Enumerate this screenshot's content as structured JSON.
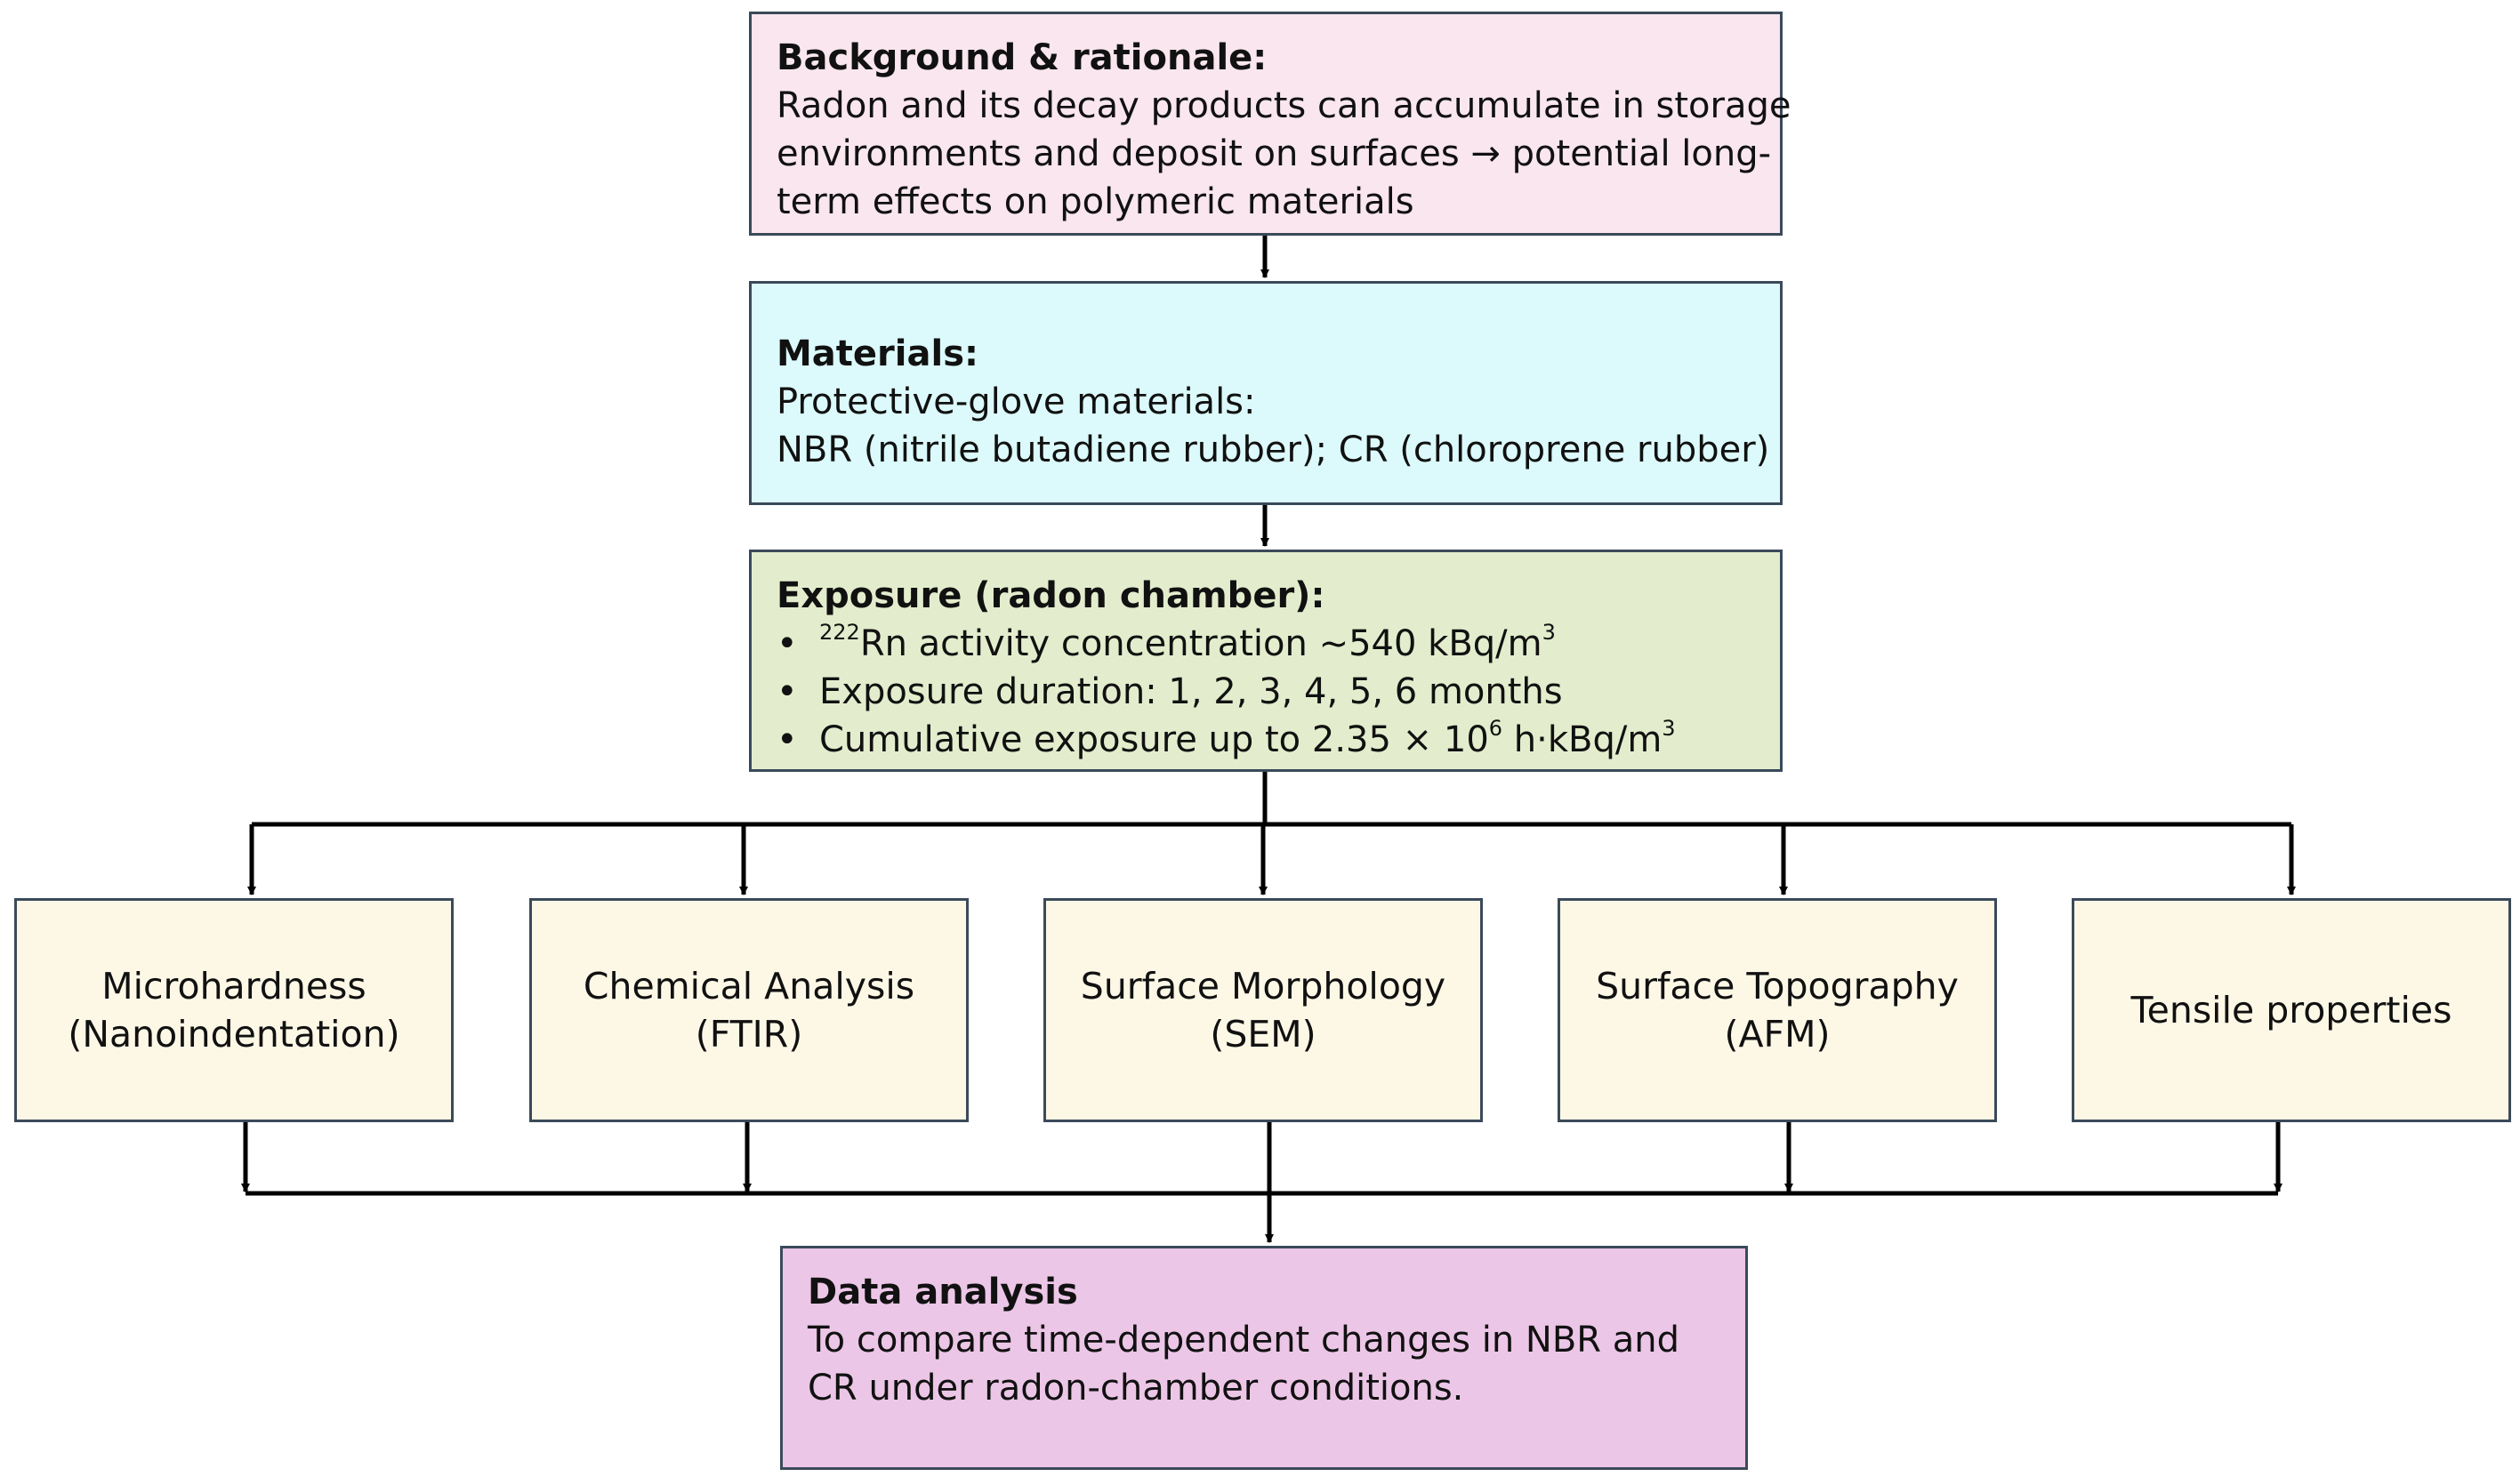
{
  "background": {
    "heading": "Background & rationale:",
    "lines": [
      "Radon and its decay products can accumulate in storage",
      "environments and deposit on surfaces → potential long-",
      "term effects on polymeric materials"
    ]
  },
  "materials": {
    "heading": "Materials:",
    "lines": [
      "Protective-glove materials:",
      "NBR (nitrile butadiene rubber); CR (chloroprene rubber)"
    ]
  },
  "exposure": {
    "heading": "Exposure (radon chamber):",
    "bullet1": {
      "sup_before": "222",
      "text": "Rn activity concentration ~540 kBq/m",
      "sup_after": "3"
    },
    "bullet2": {
      "text": "Exposure duration: 1, 2, 3, 4, 5, 6 months"
    },
    "bullet3": {
      "text": "Cumulative exposure up to 2.35 × 10",
      "sup_mid": "6",
      "text_after": " h·kBq/m",
      "sup_after": "3"
    }
  },
  "methods": [
    {
      "line1": "Microhardness",
      "line2": "(Nanoindentation)"
    },
    {
      "line1": "Chemical Analysis",
      "line2": "(FTIR)"
    },
    {
      "line1": "Surface Morphology",
      "line2": "(SEM)"
    },
    {
      "line1": "Surface Topography",
      "line2": "(AFM)"
    },
    {
      "line1": "Tensile properties",
      "line2": ""
    }
  ],
  "analysis": {
    "heading": "Data analysis",
    "lines": [
      "To compare time-dependent changes in NBR and",
      "CR under radon-chamber conditions."
    ]
  }
}
